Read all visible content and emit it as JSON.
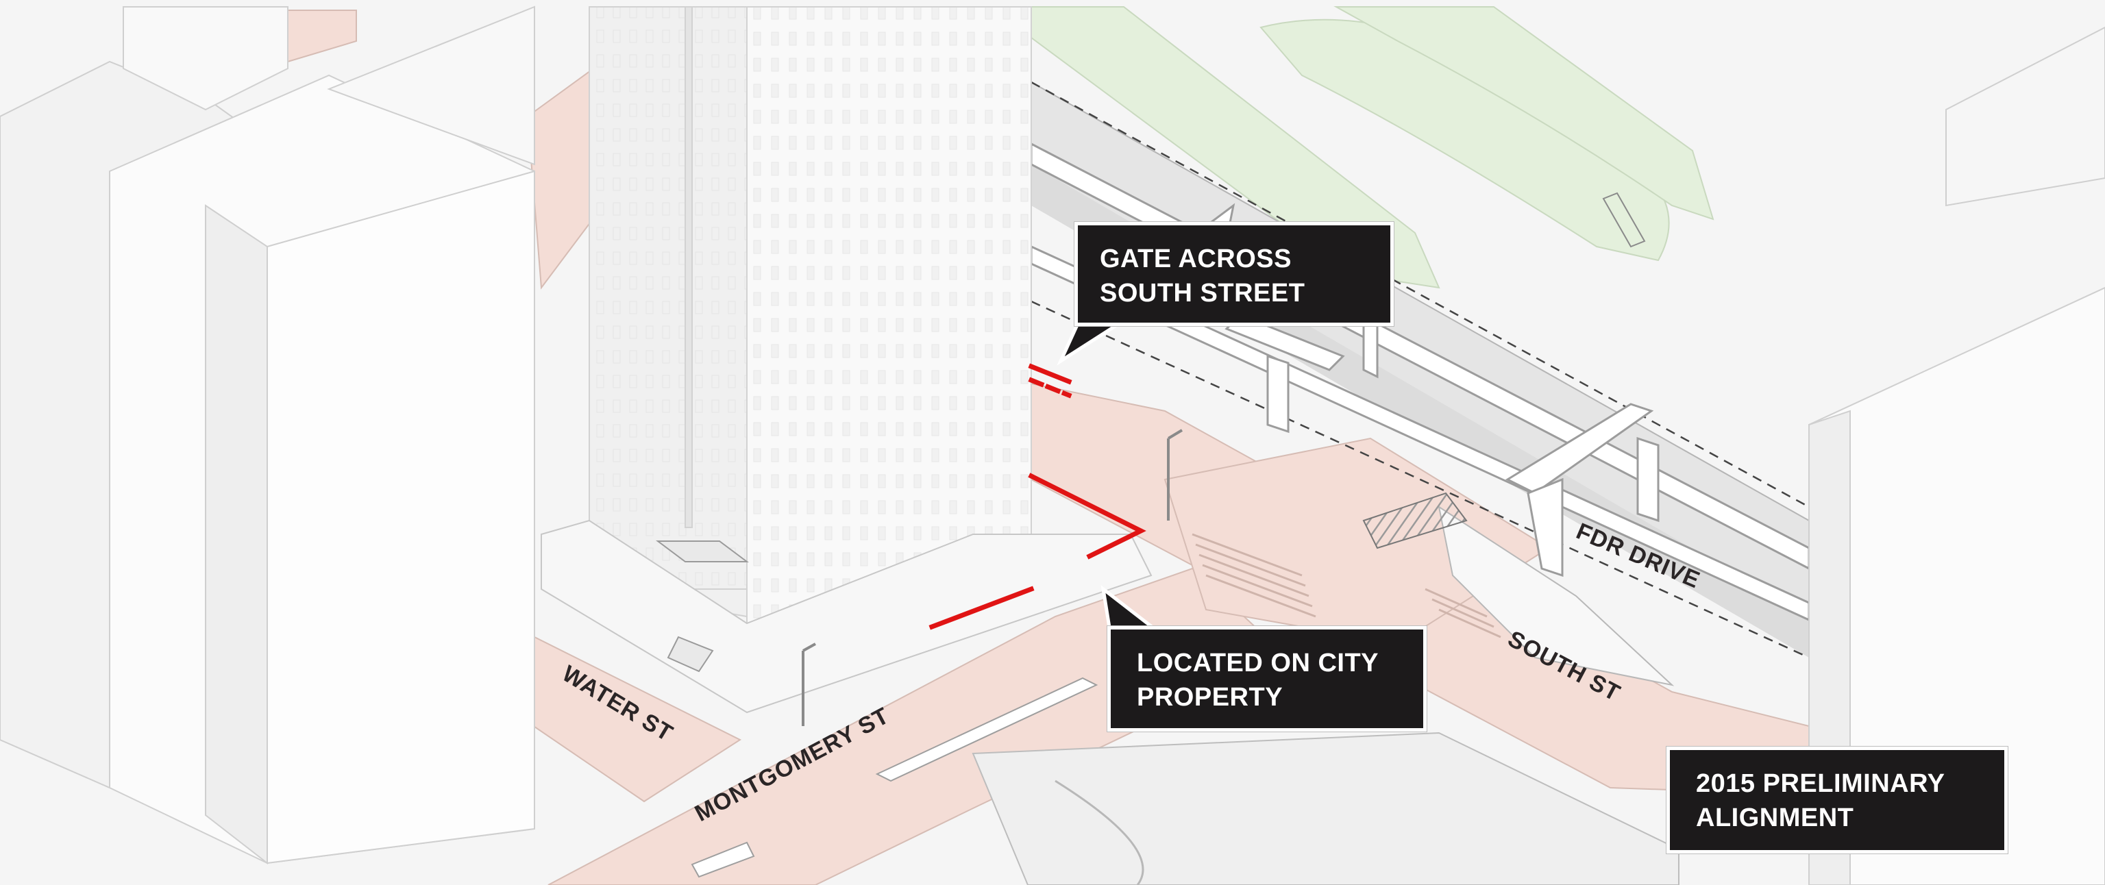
{
  "callouts": {
    "gate": "GATE ACROSS\nSOUTH STREET",
    "city": "LOCATED ON CITY\nPROPERTY",
    "prelim": "2015 PRELIMINARY\nALIGNMENT"
  },
  "streets": {
    "fdr": "FDR DRIVE",
    "south": "SOUTH ST",
    "water": "WATER ST",
    "montgomery": "MONTGOMERY ST"
  },
  "colors": {
    "street_fill": "#f4ddd6",
    "green_area": "#e4f0dc",
    "building": "#fbfbfb",
    "building_shade": "#eeeeee",
    "alignment_red": "#e01414",
    "callout_bg": "#1c1a1b"
  }
}
